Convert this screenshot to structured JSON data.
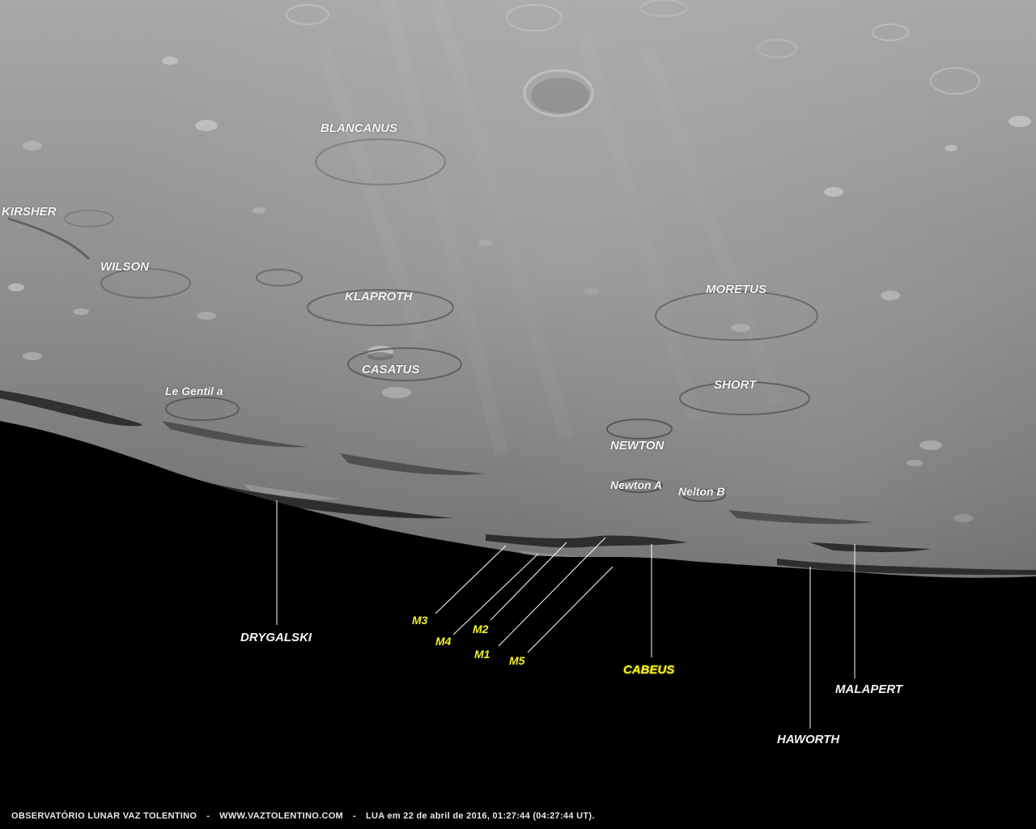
{
  "labels": {
    "blancanus": "BLANCANUS",
    "kirsher": "KIRSHER",
    "wilson": "WILSON",
    "klaproth": "KLAPROTH",
    "moretus": "MORETUS",
    "casatus": "CASATUS",
    "le_gentil_a": "Le Gentil a",
    "short": "SHORT",
    "newton": "NEWTON",
    "newton_a": "Newton A",
    "nelton_b": "Nelton B",
    "drygalski": "DRYGALSKI",
    "m3": "M3",
    "m4": "M4",
    "m2": "M2",
    "m1": "M1",
    "m5": "M5",
    "cabeus": "CABEUS",
    "malapert": "MALAPERT",
    "haworth": "HAWORTH"
  },
  "footer": {
    "observatory": "OBSERVATÓRIO LUNAR VAZ TOLENTINO",
    "sep1": "-",
    "website": "WWW.VAZTOLENTINO.COM",
    "sep2": "-",
    "caption": "LUA em 22 de abril de 2016, 01:27:44 (04:27:44 UT)."
  },
  "colors": {
    "label_white": "#f4f4f4",
    "label_yellow": "#f2ef2a",
    "space": "#000000",
    "regolith": "#9c9c9c"
  }
}
